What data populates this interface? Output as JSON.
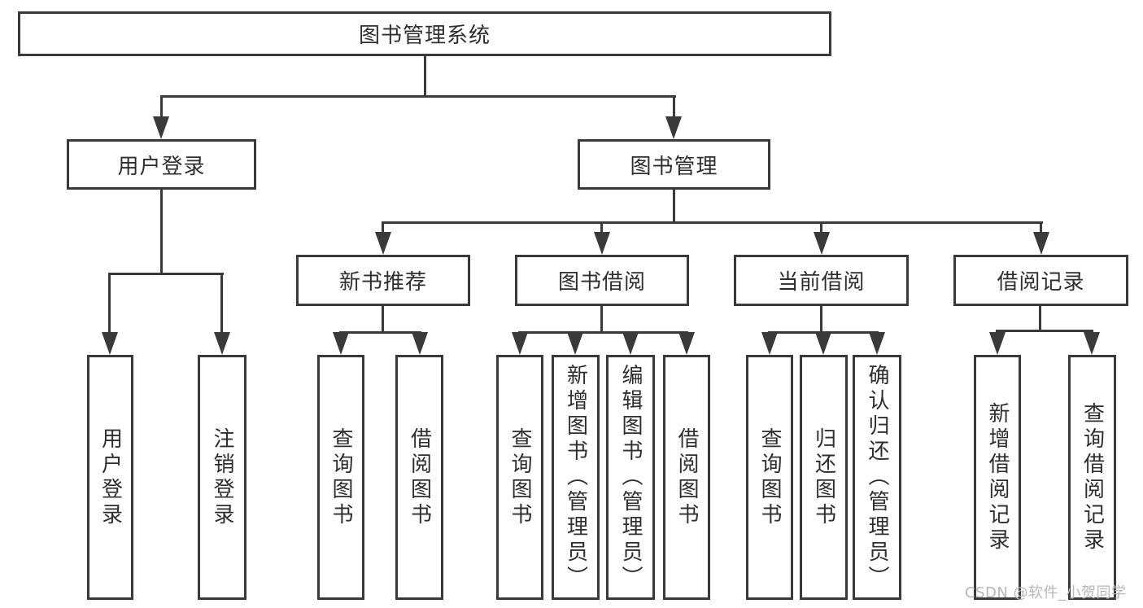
{
  "diagram": {
    "root": {
      "label": "图书管理系统"
    },
    "level1": [
      {
        "id": "user-login",
        "label": "用户登录"
      },
      {
        "id": "book-management",
        "label": "图书管理"
      }
    ],
    "level2": [
      {
        "id": "new-book-recommendation",
        "label": "新书推荐"
      },
      {
        "id": "book-borrowing",
        "label": "图书借阅"
      },
      {
        "id": "current-borrowing",
        "label": "当前借阅"
      },
      {
        "id": "borrowing-records",
        "label": "借阅记录"
      }
    ],
    "leaves": {
      "user_login": [
        {
          "label": "用户登录"
        },
        {
          "label": "注销登录"
        }
      ],
      "new_book_recommendation": [
        {
          "label": "查询图书"
        },
        {
          "label": "借阅图书"
        }
      ],
      "book_borrowing": [
        {
          "label": "查询图书"
        },
        {
          "label": "新增图书（管理员）"
        },
        {
          "label": "编辑图书（管理员）"
        },
        {
          "label": "借阅图书"
        }
      ],
      "current_borrowing": [
        {
          "label": "查询图书"
        },
        {
          "label": "归还图书"
        },
        {
          "label": "确认归还（管理员）"
        }
      ],
      "borrowing_records": [
        {
          "label": "新增借阅记录"
        },
        {
          "label": "查询借阅记录"
        }
      ]
    },
    "colors": {
      "line": "#3a3a3a",
      "text": "#2e2e2e",
      "box_background": "#ffffff",
      "watermark": "#b7b7b7",
      "page_background": "#ffffff"
    }
  },
  "watermark": {
    "text": "CSDN @软件_小贺同学"
  }
}
